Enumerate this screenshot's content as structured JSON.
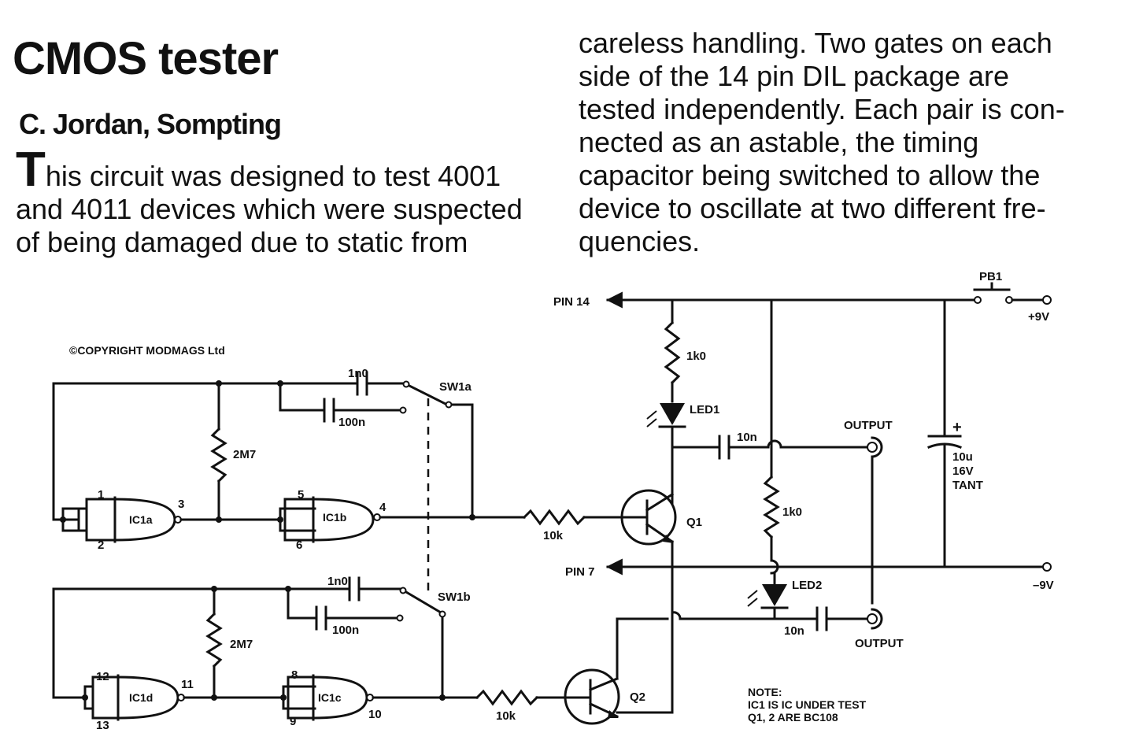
{
  "article": {
    "title": "CMOS tester",
    "byline": "C. Jordan, Sompting",
    "col1": {
      "drop_cap": "T",
      "lines": [
        "his circuit was designed to test 4001",
        "and 4011 devices which were suspected",
        "of being damaged due to static from"
      ]
    },
    "col2": {
      "lines": [
        "careless handling. Two gates on each",
        "side of the 14 pin DIL package are",
        "tested independently. Each pair is con-",
        "nected as an astable, the timing",
        "capacitor being switched to allow the",
        "device to oscillate at two different fre-",
        "quencies."
      ]
    }
  },
  "diagram": {
    "copyright": "©COPYRIGHT MODMAGS Ltd",
    "labels": {
      "pin14": "PIN 14",
      "pin7": "PIN 7",
      "pb1": "PB1",
      "plus9v": "+9V",
      "minus9v": "–9V",
      "r_led1": "1k0",
      "led1": "LED1",
      "c_out1": "10n",
      "output1": "OUTPUT",
      "r_mid": "1k0",
      "led2": "LED2",
      "c_out2": "10n",
      "output2": "OUTPUT",
      "c_supply": "10u",
      "c_supply_v": "16V",
      "c_supply_t": "TANT",
      "c_supply_plus": "+",
      "c1_top": "1n0",
      "c1_bot": "100n",
      "sw1a": "SW1a",
      "r_fb1": "2M7",
      "ic1a": "IC1a",
      "ic1b": "IC1b",
      "p1": "1",
      "p2": "2",
      "p3": "3",
      "p4": "4",
      "p5": "5",
      "p6": "6",
      "r_base1": "10k",
      "q1": "Q1",
      "c2_top": "1n0",
      "c2_bot": "100n",
      "sw1b": "SW1b",
      "r_fb2": "2M7",
      "ic1d": "IC1d",
      "ic1c": "IC1c",
      "p8": "8",
      "p9": "9",
      "p10": "10",
      "p11": "11",
      "p12": "12",
      "p13": "13",
      "r_base2": "10k",
      "q2": "Q2",
      "note_title": "NOTE:",
      "note_1": "IC1 IS IC UNDER TEST",
      "note_2": "Q1, 2 ARE BC108"
    }
  }
}
